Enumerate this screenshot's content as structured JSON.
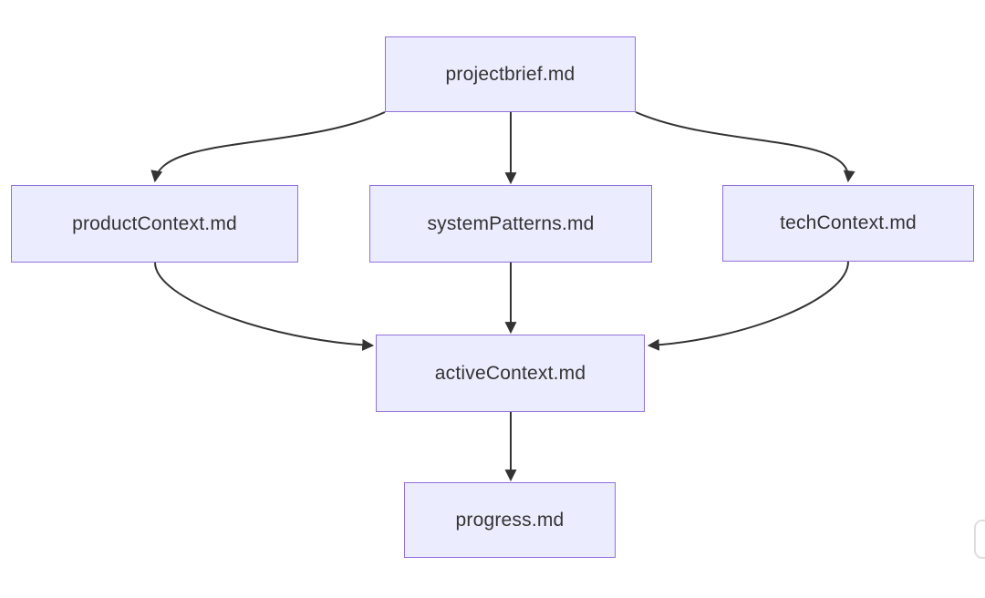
{
  "page": {
    "background": "#ffffff"
  },
  "diagram": {
    "type": "flowchart",
    "direction": "top-down",
    "nodes": [
      {
        "id": "projectbrief",
        "label": "projectbrief.md"
      },
      {
        "id": "productContext",
        "label": "productContext.md"
      },
      {
        "id": "systemPatterns",
        "label": "systemPatterns.md"
      },
      {
        "id": "techContext",
        "label": "techContext.md"
      },
      {
        "id": "activeContext",
        "label": "activeContext.md"
      },
      {
        "id": "progress",
        "label": "progress.md"
      }
    ],
    "edges": [
      {
        "from": "projectbrief",
        "to": "productContext"
      },
      {
        "from": "projectbrief",
        "to": "systemPatterns"
      },
      {
        "from": "projectbrief",
        "to": "techContext"
      },
      {
        "from": "productContext",
        "to": "activeContext"
      },
      {
        "from": "systemPatterns",
        "to": "activeContext"
      },
      {
        "from": "techContext",
        "to": "activeContext"
      },
      {
        "from": "activeContext",
        "to": "progress"
      }
    ],
    "colors": {
      "node_fill": "#ECECFF",
      "node_border": "#9370DB",
      "edge": "#333333",
      "text": "#333333"
    }
  }
}
